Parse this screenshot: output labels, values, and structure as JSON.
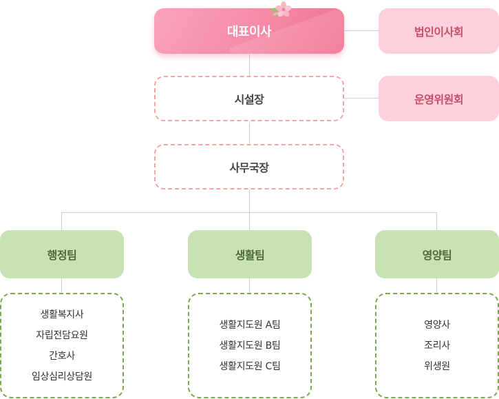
{
  "org": {
    "ceo": "대표이사",
    "board": "법인이사회",
    "director": "시설장",
    "committee": "운영위원회",
    "secretary": "사무국장",
    "teams": [
      {
        "name": "행정팀",
        "members": [
          "생활복지사",
          "자립전담요원",
          "간호사",
          "임상심리상담원"
        ]
      },
      {
        "name": "생활팀",
        "members": [
          "생활지도원 A팀",
          "생활지도원 B팀",
          "생활지도원 C팀"
        ]
      },
      {
        "name": "영양팀",
        "members": [
          "영양사",
          "조리사",
          "위생원"
        ]
      }
    ]
  },
  "colors": {
    "ceo_gradient_start": "#f9a3bd",
    "ceo_gradient_end": "#f06f90",
    "side_pink_bg": "#fdd0da",
    "side_pink_text": "#c64f6a",
    "dashed_pink": "#f4a3a8",
    "team_green_bg": "#c9e2b3",
    "team_green_text": "#4b6d33",
    "dashed_green": "#79a94f",
    "connector": "#cfcfcf"
  },
  "icons": {
    "ceo_decoration": "cherry-blossom-icon"
  }
}
